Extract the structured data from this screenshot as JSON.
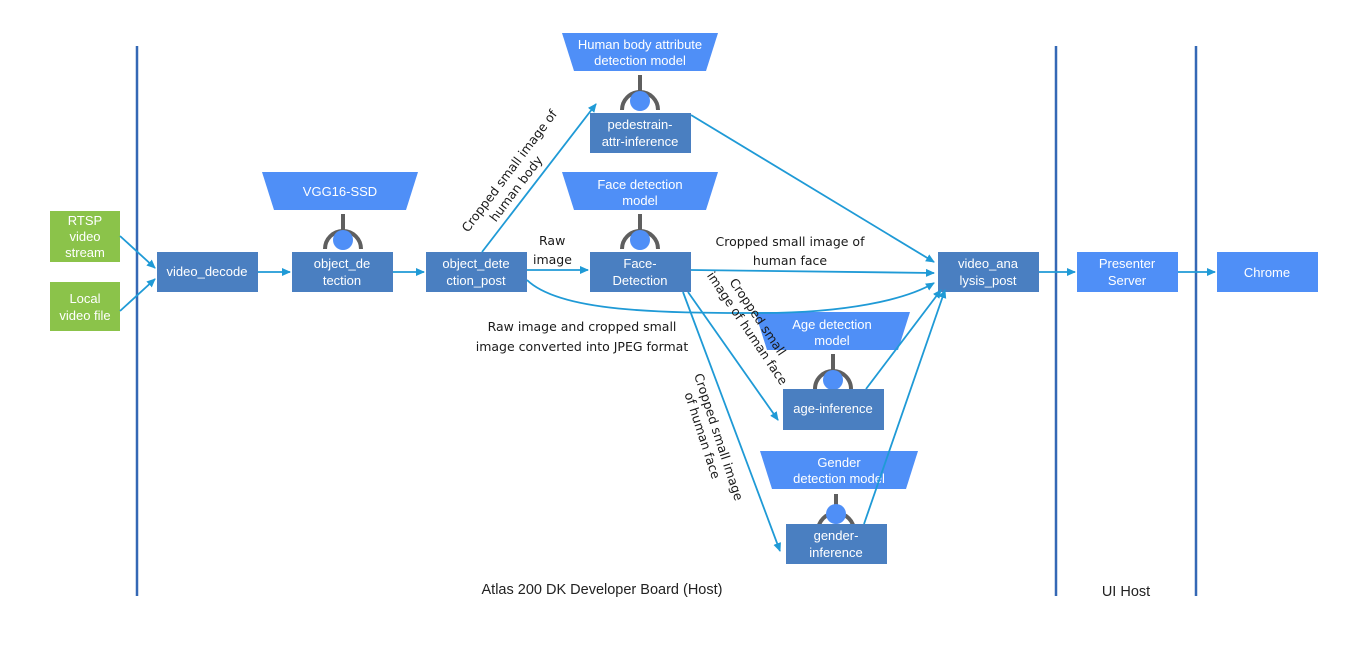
{
  "inputs": {
    "rtsp": [
      "RTSP",
      "video",
      "stream"
    ],
    "local": [
      "Local",
      "video file"
    ]
  },
  "nodes": {
    "video_decode": [
      "video_decode"
    ],
    "object_detection": [
      "object_de",
      "tection"
    ],
    "object_detection_post": [
      "object_dete",
      "ction_post"
    ],
    "face_detection": [
      "Face-",
      "Detection"
    ],
    "pedestrain_attr": [
      "pedestrain-",
      "attr-inference"
    ],
    "age_inference": [
      "age-inference"
    ],
    "gender_inference": [
      "gender-",
      "inference"
    ],
    "video_analysis_post": [
      "video_ana",
      "lysis_post"
    ],
    "presenter_server": [
      "Presenter",
      "Server"
    ],
    "chrome": [
      "Chrome"
    ]
  },
  "models": {
    "vgg": [
      "VGG16-SSD"
    ],
    "human_body": [
      "Human body attribute",
      "detection model"
    ],
    "face": [
      "Face detection",
      "model"
    ],
    "age": [
      "Age detection",
      "model"
    ],
    "gender": [
      "Gender",
      "detection model"
    ]
  },
  "labels": {
    "cropped_body": [
      "Cropped small image of",
      "human body"
    ],
    "raw_image": [
      "Raw",
      "image"
    ],
    "cropped_face_top": [
      "Cropped small image of",
      "human face"
    ],
    "raw_jpeg": [
      "Raw image and cropped small",
      "image converted into JPEG format"
    ],
    "cropped_face_age": [
      "Cropped small",
      "image of human face"
    ],
    "cropped_face_gender": [
      "Cropped small image",
      "of human face"
    ]
  },
  "sections": {
    "host": "Atlas 200  DK Developer Board (Host)",
    "ui": "UI Host"
  },
  "colors": {
    "node": "#4a7fc1",
    "input": "#8bc34a",
    "model": "#4f8ff7",
    "arrow": "#1f9ad6",
    "divider": "#3468b5",
    "socket": "#5f5f5f",
    "socket_ball": "#4f8ff7"
  }
}
